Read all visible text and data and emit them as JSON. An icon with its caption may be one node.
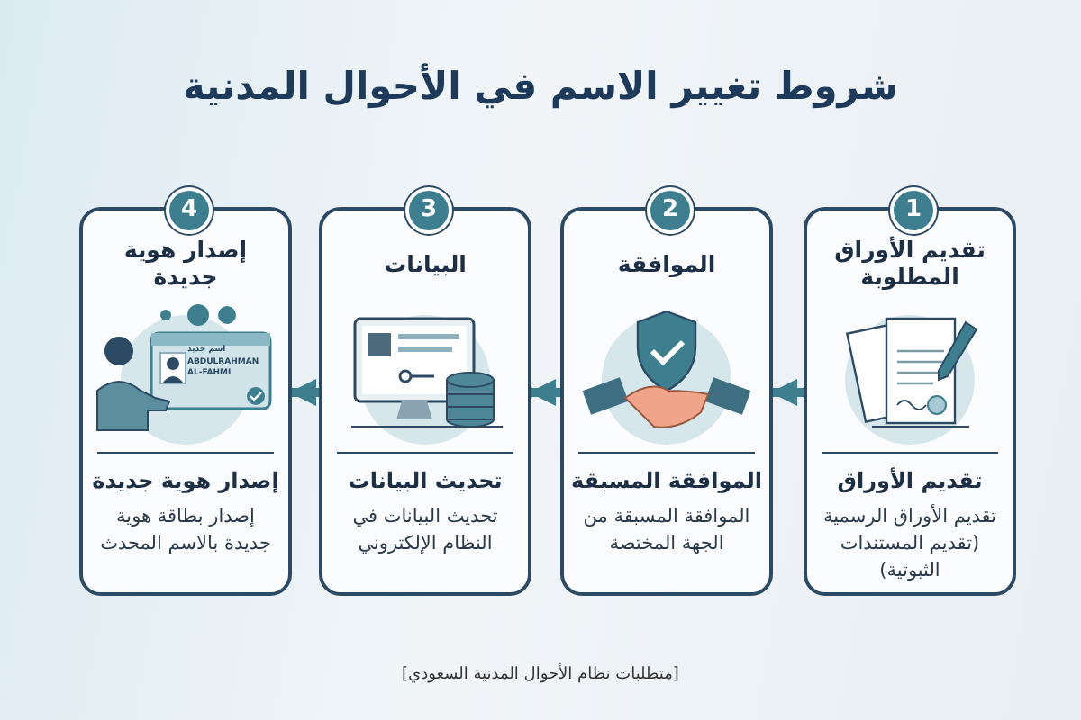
{
  "diagram": {
    "title": "شروط تغيير الاسم في الأحوال المدنية",
    "caption": "[متطلبات نظام الأحوال المدنية السعودي]",
    "nodes": [
      {
        "text": [
          "1",
          "تقديم الأوراق المطلوبة",
          "تقديم الأوراق",
          "تقديم الأوراق الرسمية (تقديم المستندات الثبوتية)"
        ]
      },
      {
        "text": [
          "2",
          "الموافقة",
          "الموافقة المسبقة",
          "الموافقة المسبقة من الجهة المختصة"
        ]
      },
      {
        "text": [
          "3",
          "البيانات",
          "تحديث البيانات",
          "تحديث البيانات في النظام الإلكتروني"
        ]
      },
      {
        "text": [
          "4",
          "إصدار هوية جديدة",
          "إصدار هوية جديدة",
          "إصدار بطاقة هوية جديدة بالاسم المحدث"
        ]
      }
    ],
    "edges": [
      {
        "from": 0,
        "to": 1,
        "arrow": "to"
      },
      {
        "from": 1,
        "to": 2,
        "arrow": "to"
      },
      {
        "from": 2,
        "to": 3,
        "arrow": "to"
      }
    ],
    "labels": [
      "اسم جديد",
      "ABDULRAHMAN AL-FAHMI"
    ]
  }
}
